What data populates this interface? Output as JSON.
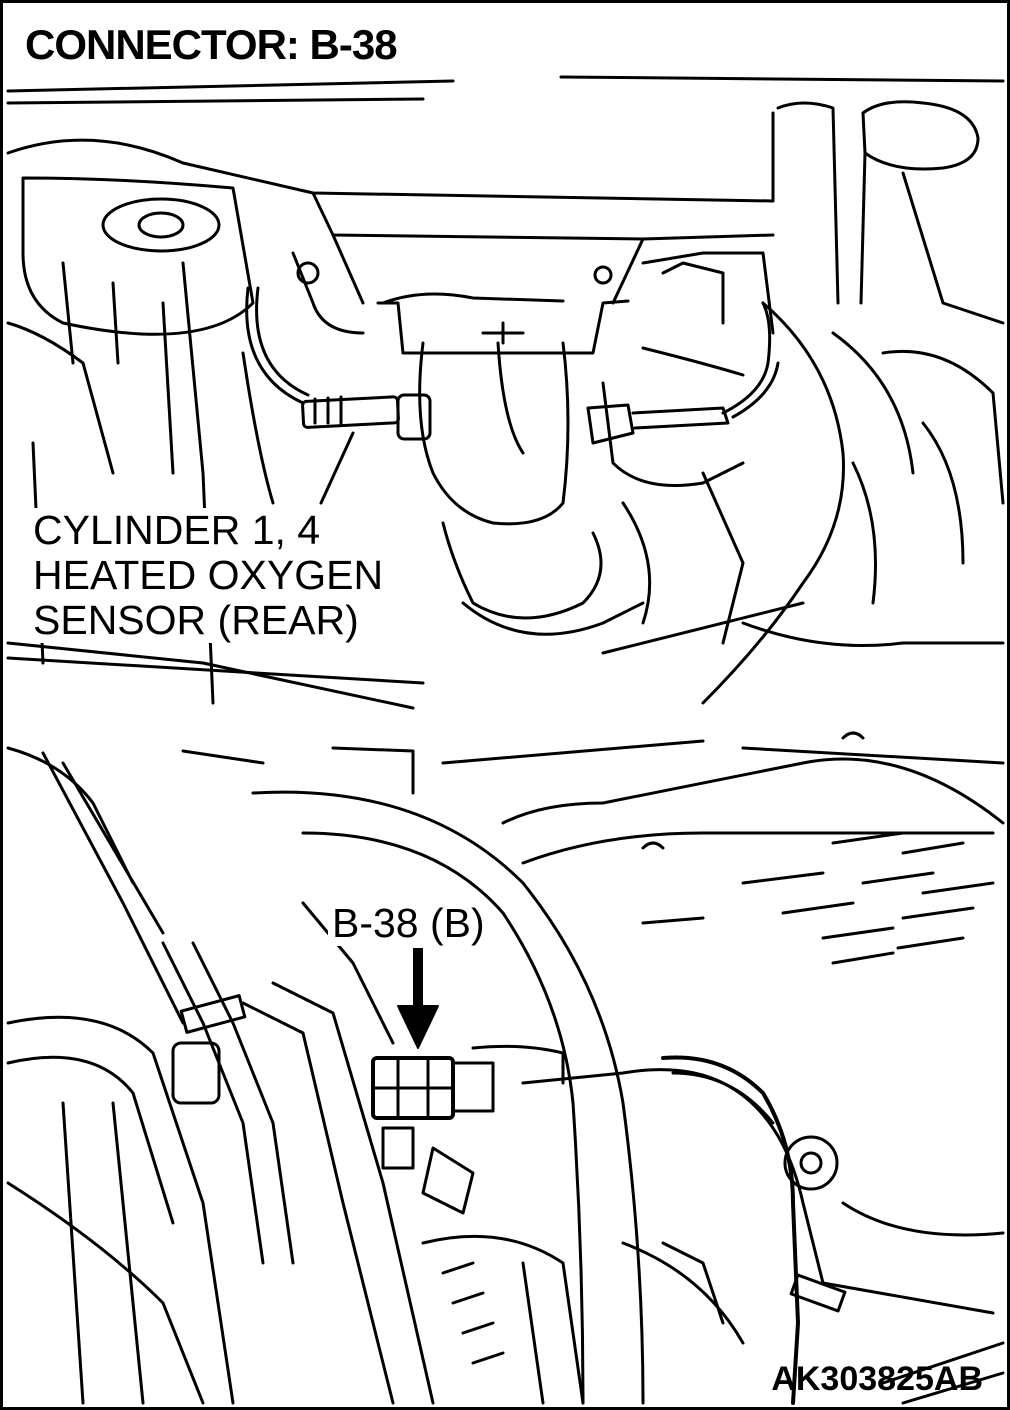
{
  "title": "CONNECTOR: B-38",
  "upper_view": {
    "sensor_label_lines": [
      "CYLINDER 1, 4",
      "HEATED OXYGEN",
      "SENSOR (REAR)"
    ]
  },
  "lower_view": {
    "connector_label": "B-38 (B)"
  },
  "reference_code": "AK303825AB"
}
